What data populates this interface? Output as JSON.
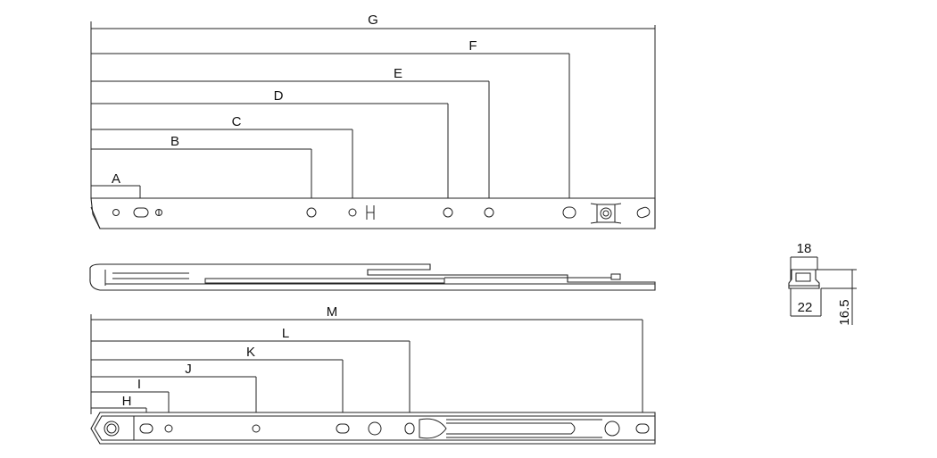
{
  "top_view_labels": [
    "G",
    "F",
    "E",
    "D",
    "C",
    "B",
    "A"
  ],
  "bottom_view_labels": [
    "M",
    "L",
    "K",
    "J",
    "I",
    "H"
  ],
  "section_dimensions": {
    "top_width": "18",
    "bottom_width": "22",
    "height": "16.5"
  }
}
